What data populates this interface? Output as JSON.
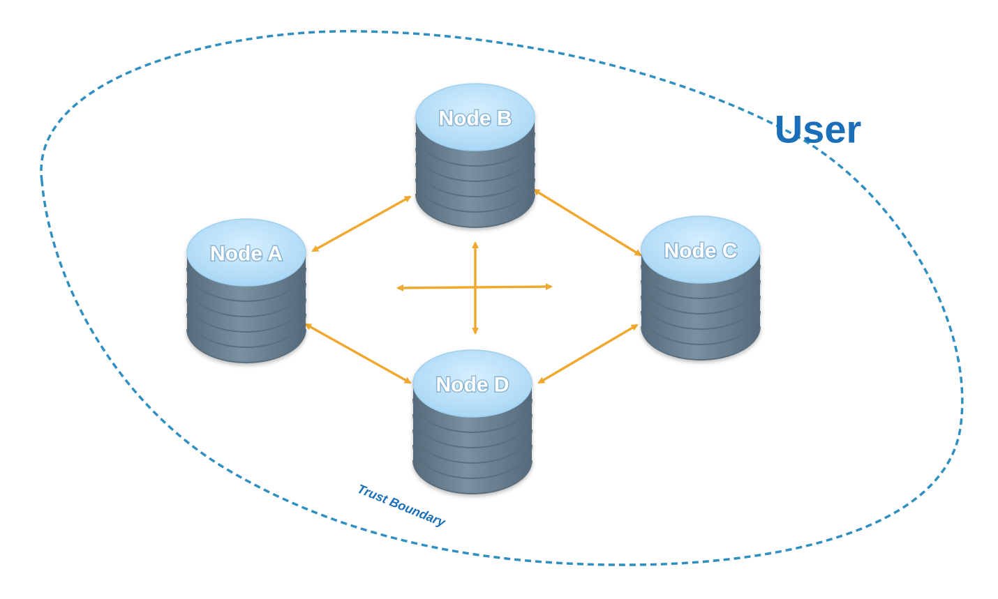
{
  "colors": {
    "boundary": "#2f8fc0",
    "label_blue": "#1a6fb8",
    "node_top": "#b9e2fb",
    "node_body": "#6f8596",
    "node_body_dark": "#5a6e7e",
    "arrow": "#f0a830",
    "node_text": "#ffffff"
  },
  "diagram": {
    "user_label": "User",
    "boundary_label": "Trust Boundary",
    "nodes": [
      {
        "id": "a",
        "label": "Node A"
      },
      {
        "id": "b",
        "label": "Node B"
      },
      {
        "id": "c",
        "label": "Node C"
      },
      {
        "id": "d",
        "label": "Node D"
      }
    ],
    "connections": [
      {
        "from": "a",
        "to": "b",
        "bidirectional": true
      },
      {
        "from": "b",
        "to": "c",
        "bidirectional": true
      },
      {
        "from": "a",
        "to": "d",
        "bidirectional": true
      },
      {
        "from": "c",
        "to": "d",
        "bidirectional": true
      }
    ],
    "center_cross": {
      "icon": "four-way-arrows-icon"
    }
  }
}
